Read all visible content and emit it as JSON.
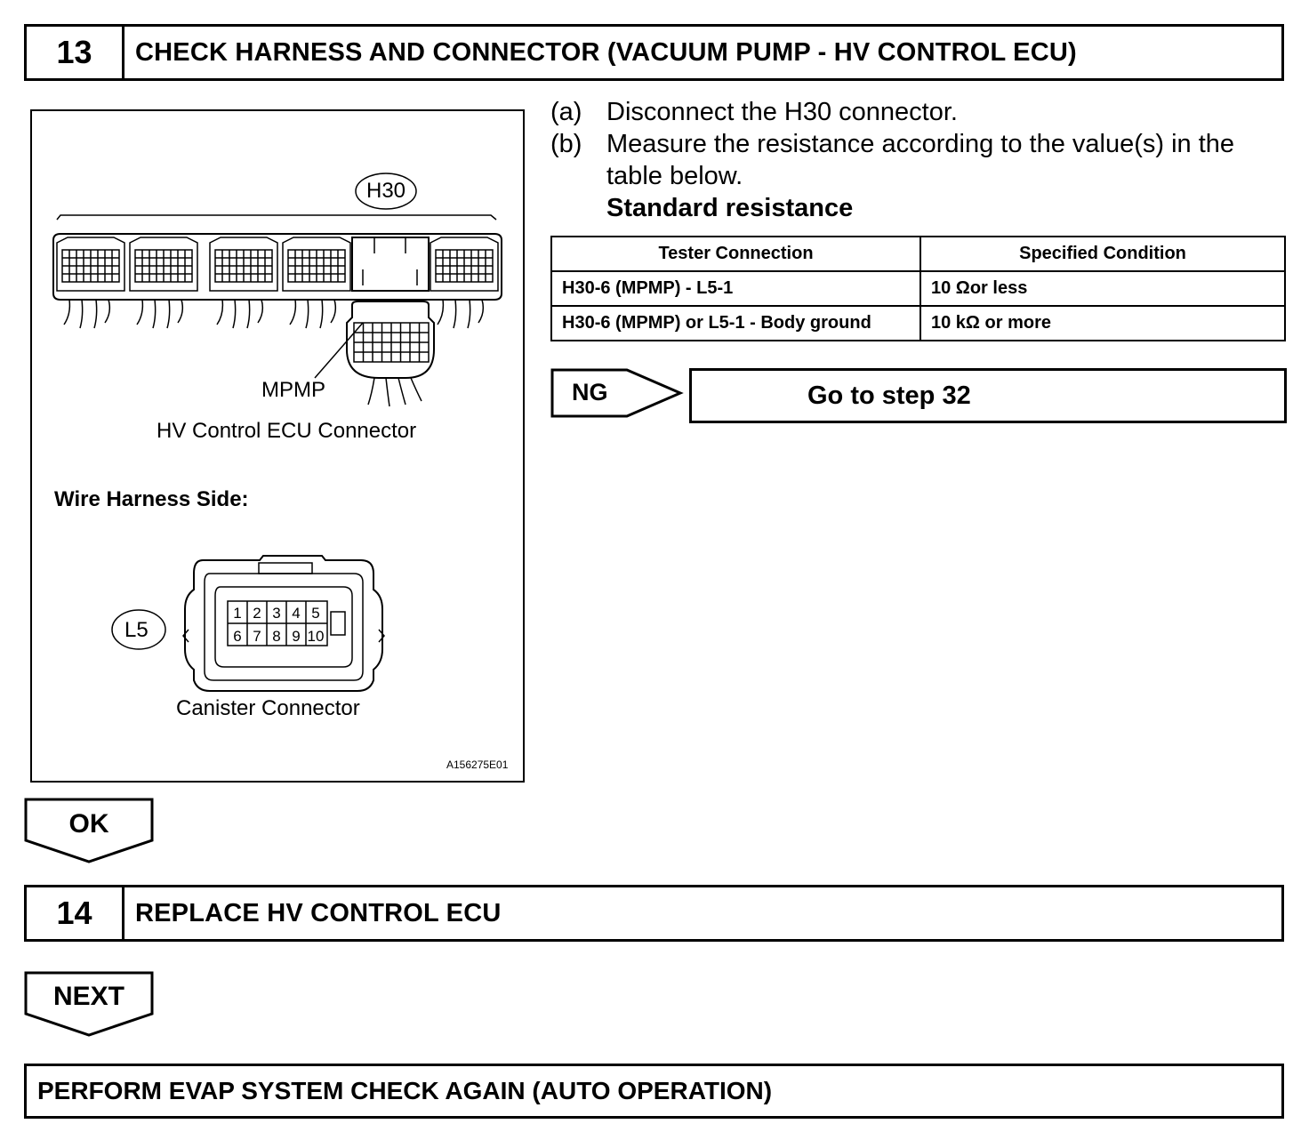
{
  "step13": {
    "number": "13",
    "title": "CHECK HARNESS AND CONNECTOR (VACUUM PUMP - HV CONTROL ECU)"
  },
  "figure": {
    "h30_label": "H30",
    "mpmp_label": "MPMP",
    "ecu_connector_caption": "HV Control ECU Connector",
    "wire_harness_label": "Wire Harness Side:",
    "l5_label": "L5",
    "canister_caption": "Canister Connector",
    "figure_id": "A156275E01",
    "pins_top": [
      "1",
      "2",
      "3",
      "4",
      "5"
    ],
    "pins_bottom": [
      "6",
      "7",
      "8",
      "9",
      "10"
    ]
  },
  "instructions": {
    "a_label": "(a)",
    "a_text": "Disconnect the H30 connector.",
    "b_label": "(b)",
    "b_text": "Measure the resistance according to the value(s) in the table below.",
    "standard_label": "Standard resistance"
  },
  "table": {
    "headers": [
      "Tester Connection",
      "Specified Condition"
    ],
    "rows": [
      [
        "H30-6 (MPMP) - L5-1",
        "10 Ωor less"
      ],
      [
        "H30-6 (MPMP) or L5-1 - Body ground",
        "10 kΩ or more"
      ]
    ]
  },
  "ng": {
    "label": "NG",
    "goto": "Go to step 32"
  },
  "ok_label": "OK",
  "step14": {
    "number": "14",
    "title": "REPLACE HV CONTROL ECU"
  },
  "next_label": "NEXT",
  "final_step": "PERFORM EVAP SYSTEM CHECK AGAIN (AUTO OPERATION)"
}
